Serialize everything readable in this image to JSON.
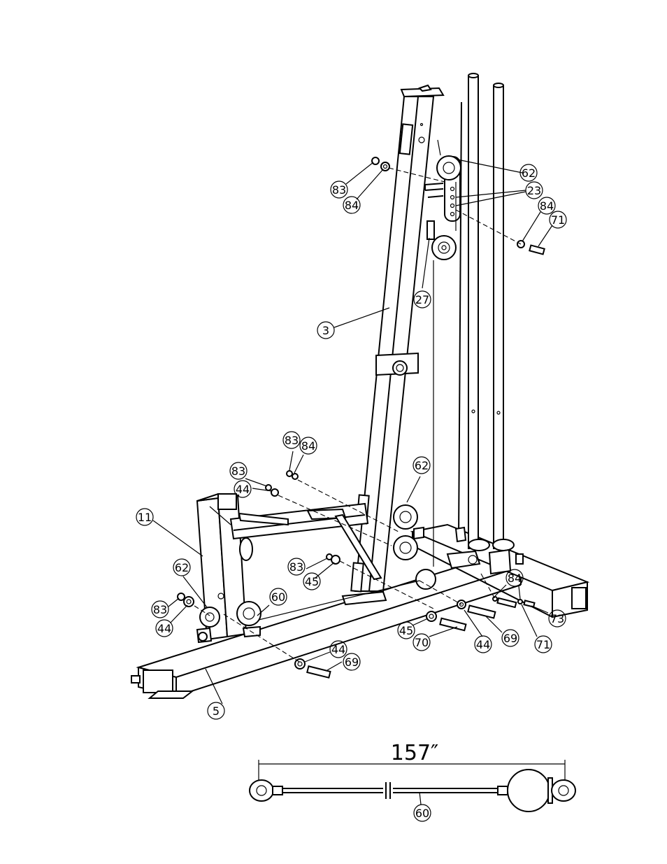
{
  "diagram": {
    "cable_length_label": "157″",
    "cable_part_number": "60"
  },
  "callouts": [
    {
      "id": "c62-top",
      "text": "62"
    },
    {
      "id": "c23",
      "text": "23"
    },
    {
      "id": "c84-top",
      "text": "84"
    },
    {
      "id": "c71-top",
      "text": "71"
    },
    {
      "id": "c83-top",
      "text": "83"
    },
    {
      "id": "c84-top-left",
      "text": "84"
    },
    {
      "id": "c27",
      "text": "27"
    },
    {
      "id": "c3",
      "text": "3"
    },
    {
      "id": "c83-mid",
      "text": "83"
    },
    {
      "id": "c84-mid",
      "text": "84"
    },
    {
      "id": "c83-mid2",
      "text": "83"
    },
    {
      "id": "c44-mid",
      "text": "44"
    },
    {
      "id": "c62-mid",
      "text": "62"
    },
    {
      "id": "c11",
      "text": "11"
    },
    {
      "id": "c62-left",
      "text": "62"
    },
    {
      "id": "c83-left",
      "text": "83"
    },
    {
      "id": "c44-left",
      "text": "44"
    },
    {
      "id": "c83-center",
      "text": "83"
    },
    {
      "id": "c45-center",
      "text": "45"
    },
    {
      "id": "c60",
      "text": "60"
    },
    {
      "id": "c84-right",
      "text": "84"
    },
    {
      "id": "c73",
      "text": "73"
    },
    {
      "id": "c69-right",
      "text": "69"
    },
    {
      "id": "c71-right",
      "text": "71"
    },
    {
      "id": "c45-low",
      "text": "45"
    },
    {
      "id": "c70",
      "text": "70"
    },
    {
      "id": "c44-right",
      "text": "44"
    },
    {
      "id": "c44-bottom",
      "text": "44"
    },
    {
      "id": "c69-bottom",
      "text": "69"
    },
    {
      "id": "c5",
      "text": "5"
    }
  ]
}
